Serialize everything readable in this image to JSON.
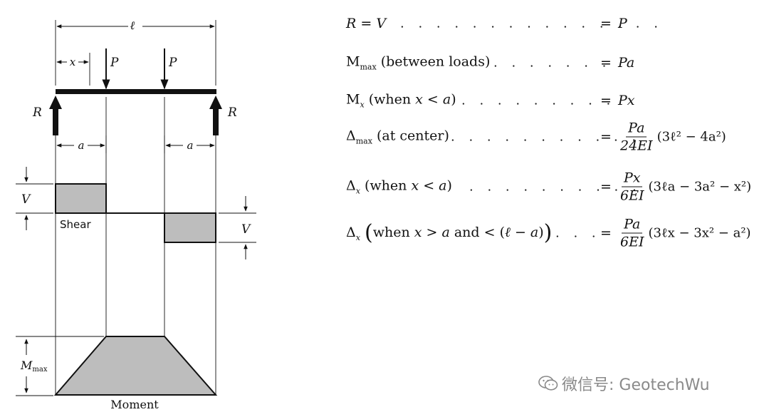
{
  "diagram": {
    "span_label": "ℓ",
    "x_label": "x",
    "load_labels": [
      "P",
      "P"
    ],
    "reaction_labels": [
      "R",
      "R"
    ],
    "a_labels": [
      "a",
      "a"
    ],
    "shear_v_labels": [
      "V",
      "V"
    ],
    "shear_label": "Shear",
    "mmax_label": "M",
    "mmax_sub": "max",
    "moment_label": "Moment"
  },
  "formulas": [
    {
      "lhs": "R = V",
      "rhs": "P"
    },
    {
      "lhs": "Mmax (between loads)",
      "rhs": "Pa"
    },
    {
      "lhs": "Mx (when x < a)",
      "rhs": "Px"
    },
    {
      "lhs": "Δmax (at center)",
      "rhs_num": "Pa",
      "rhs_den": "24EI",
      "rhs_tail": "(3ℓ² − 4a²)"
    },
    {
      "lhs": "Δx (when x < a)",
      "rhs_num": "Px",
      "rhs_den": "6EI",
      "rhs_tail": "(3ℓa − 3a² − x²)"
    },
    {
      "lhs": "Δx (when x > a and < (ℓ − a))",
      "rhs_num": "Pa",
      "rhs_den": "6EI",
      "rhs_tail": "(3ℓx − 3x² − a²)"
    }
  ],
  "equals_sign": "=",
  "watermark": {
    "text": "微信号: GeotechWu",
    "icon": "wechat-icon"
  },
  "colors": {
    "fill_gray": "#bdbdbd",
    "line": "#111111",
    "watermark": "#8a8a8a"
  }
}
